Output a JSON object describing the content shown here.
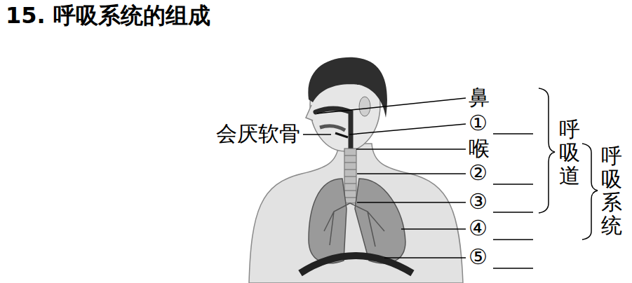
{
  "diagram": {
    "title": "15. 呼吸系统的组成",
    "labels": [
      "鼻",
      "①",
      "会厌软骨",
      "喉",
      "②",
      "③",
      "④",
      "⑤",
      "呼吸道",
      "呼吸系统"
    ]
  }
}
